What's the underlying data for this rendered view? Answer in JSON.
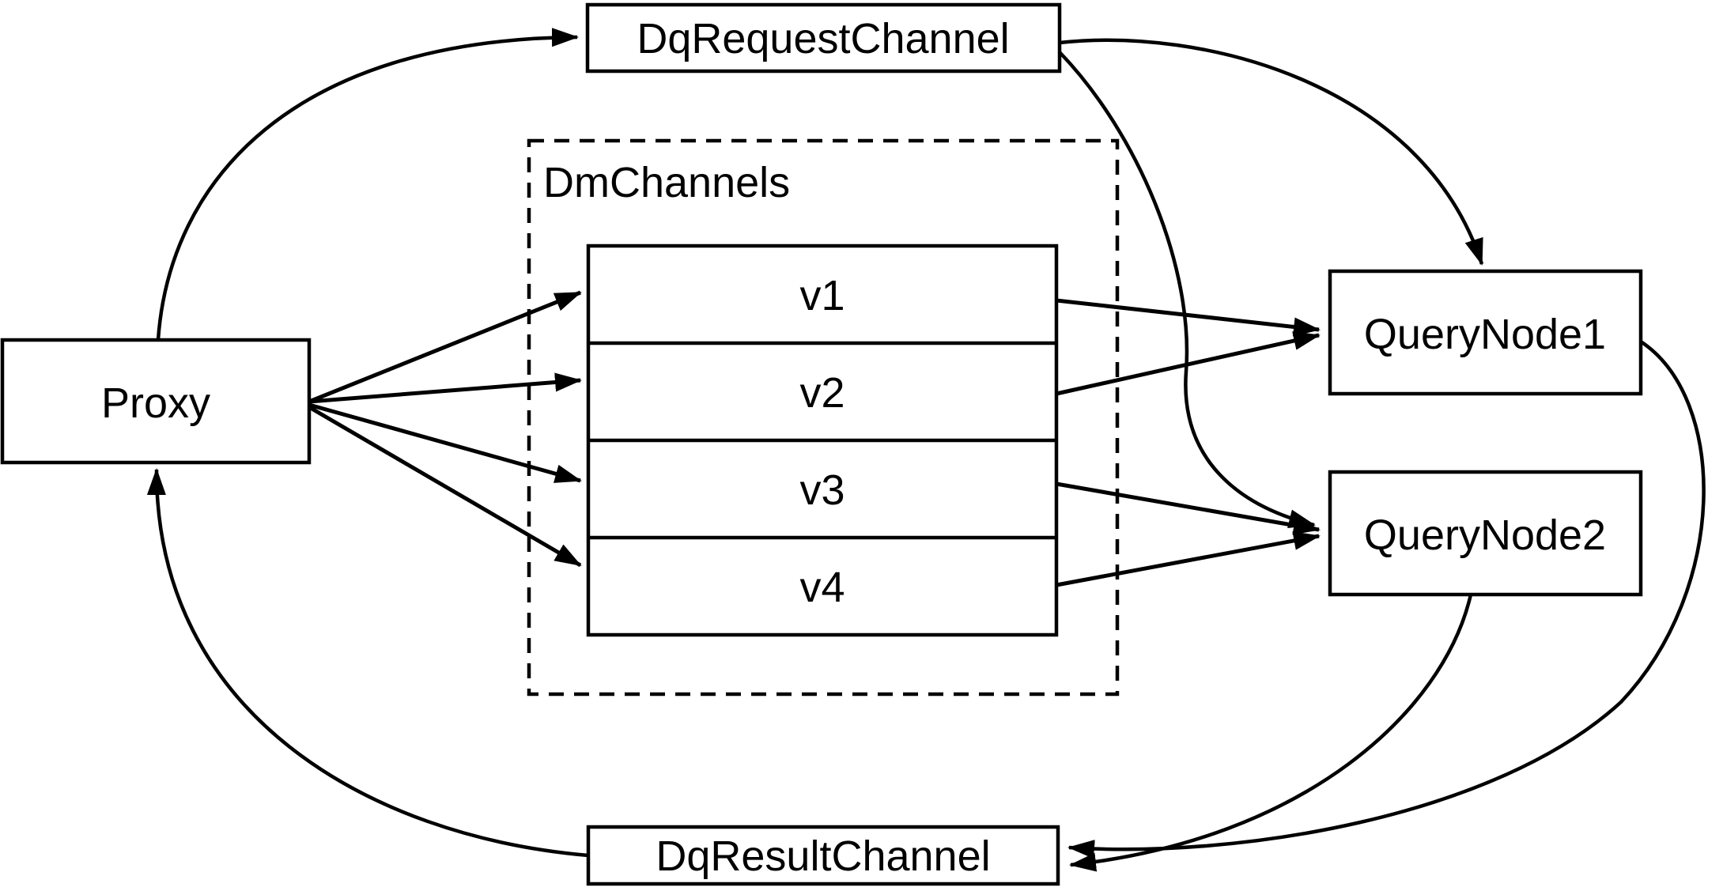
{
  "diagram": {
    "background": "#ffffff",
    "stroke_color": "#000000",
    "nodes": {
      "proxy": "Proxy",
      "dqRequestChannel": "DqRequestChannel",
      "dmChannels": "DmChannels",
      "channels": [
        "v1",
        "v2",
        "v3",
        "v4"
      ],
      "queryNode1": "QueryNode1",
      "queryNode2": "QueryNode2",
      "dqResultChannel": "DqResultChannel"
    },
    "edges": [
      {
        "from": "Proxy",
        "to": "DqRequestChannel"
      },
      {
        "from": "DqRequestChannel",
        "to": "QueryNode1"
      },
      {
        "from": "DqRequestChannel",
        "to": "QueryNode2"
      },
      {
        "from": "Proxy",
        "to": "v1"
      },
      {
        "from": "Proxy",
        "to": "v2"
      },
      {
        "from": "Proxy",
        "to": "v3"
      },
      {
        "from": "Proxy",
        "to": "v4"
      },
      {
        "from": "v1",
        "to": "QueryNode1"
      },
      {
        "from": "v2",
        "to": "QueryNode1"
      },
      {
        "from": "v3",
        "to": "QueryNode2"
      },
      {
        "from": "v4",
        "to": "QueryNode2"
      },
      {
        "from": "QueryNode1",
        "to": "DqResultChannel"
      },
      {
        "from": "QueryNode2",
        "to": "DqResultChannel"
      },
      {
        "from": "DqResultChannel",
        "to": "Proxy"
      }
    ]
  }
}
